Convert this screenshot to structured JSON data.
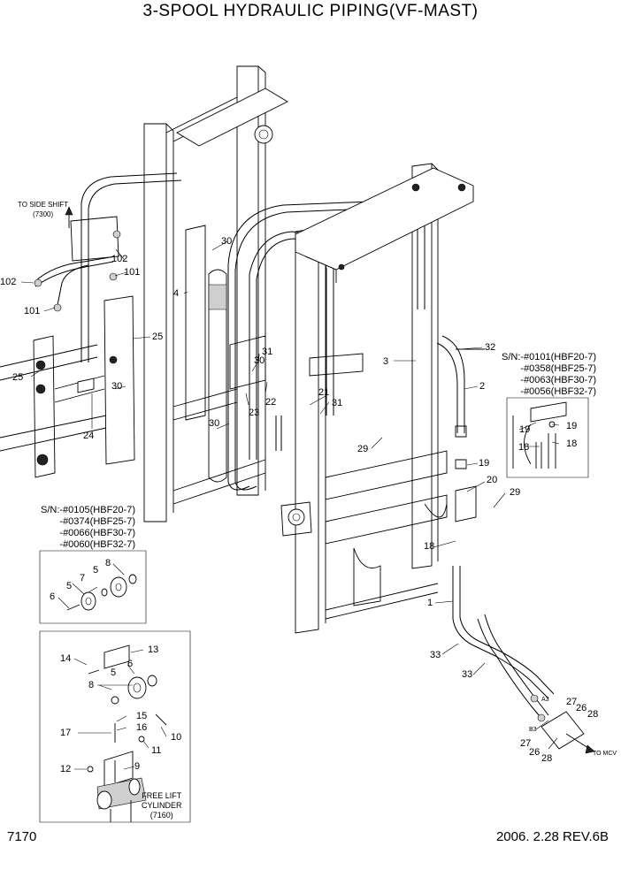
{
  "header": {
    "title": "3-SPOOL HYDRAULIC PIPING(VF-MAST)"
  },
  "footer": {
    "page_number": "7170",
    "date_rev": "2006. 2.28  REV.6B"
  },
  "notes": {
    "to_side_shift": [
      "TO SIDE SHIFT",
      "(7300)"
    ],
    "to_mcv": "TO MCV",
    "free_lift_cylinder": [
      "FREE LIFT",
      "CYLINDER",
      "(7160)"
    ],
    "sn_right": [
      "S/N:-#0101(HBF20-7)",
      "-#0358(HBF25-7)",
      "-#0063(HBF30-7)",
      "-#0056(HBF32-7)"
    ],
    "sn_left": [
      "S/N:-#0105(HBF20-7)",
      "-#0374(HBF25-7)",
      "-#0066(HBF30-7)",
      "-#0060(HBF32-7)"
    ],
    "port_a3": "A3",
    "port_b3": "B3"
  },
  "callouts": {
    "c102a": "102",
    "c102b": "102",
    "c101a": "101",
    "c101b": "101",
    "c25a": "25",
    "c25b": "25",
    "c30a": "30",
    "c30b": "30",
    "c30c": "30",
    "c30d": "30",
    "c4": "4",
    "c24": "24",
    "c31a": "31",
    "c31b": "31",
    "c22": "22",
    "c23": "23",
    "c21": "21",
    "c3": "3",
    "c32": "32",
    "c2": "2",
    "c29a": "29",
    "c29b": "29",
    "c19a": "19",
    "c19b": "19",
    "c19c": "19",
    "c18a": "18",
    "c18b": "18",
    "c18c": "18",
    "c20": "20",
    "c1": "1",
    "c33a": "33",
    "c33b": "33",
    "c27a": "27",
    "c26a": "26",
    "c28a": "28",
    "c27b": "27",
    "c26b": "26",
    "c28b": "28",
    "c8a": "8",
    "c5a": "5",
    "c7": "7",
    "c5b": "5",
    "c6a": "6",
    "c13": "13",
    "c14": "14",
    "c6b": "6",
    "c5c": "5",
    "c8b": "8",
    "c15": "15",
    "c16": "16",
    "c17": "17",
    "c10": "10",
    "c11": "11",
    "c12": "12",
    "c9": "9"
  }
}
